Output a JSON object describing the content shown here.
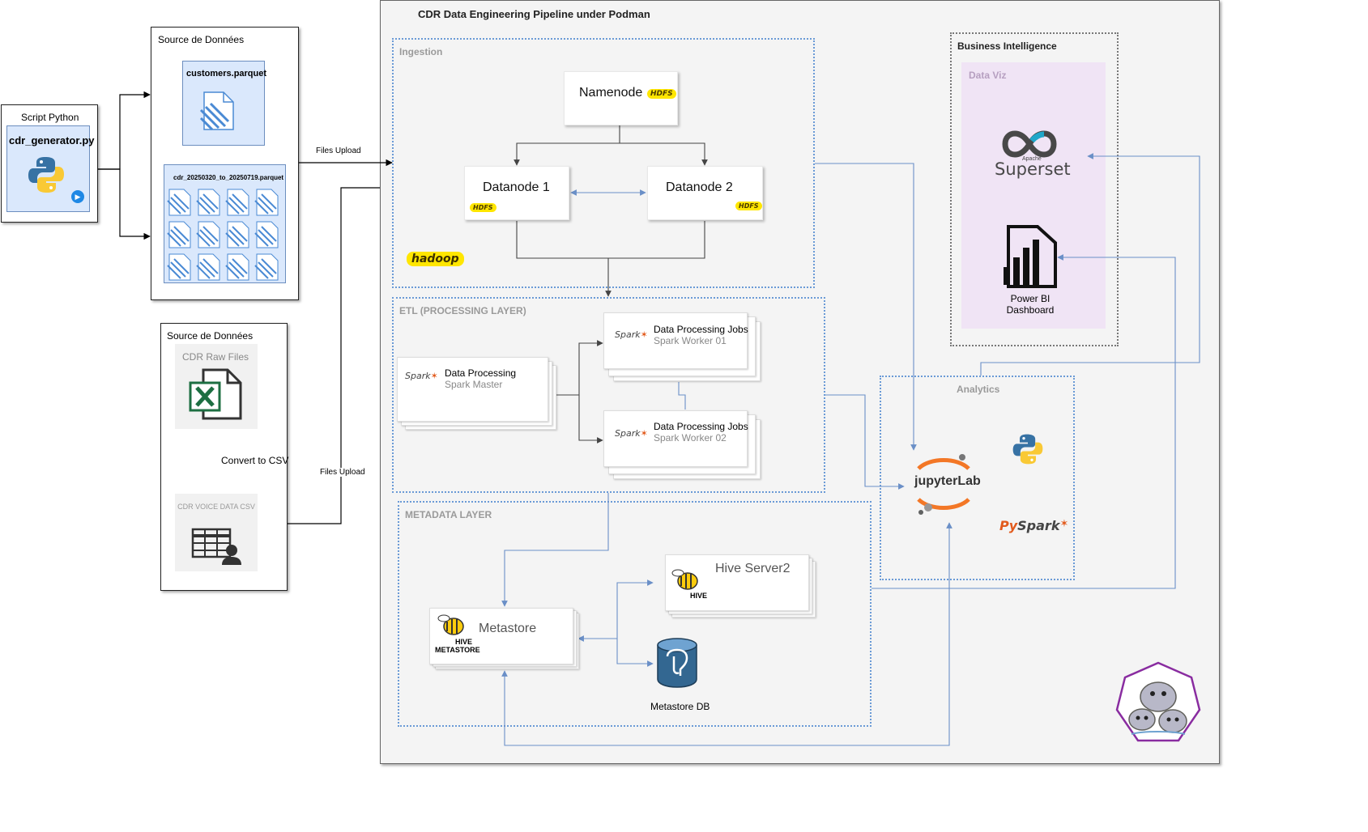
{
  "main_title": "CDR Data Engineering Pipeline under Podman",
  "script_python": {
    "title": "Script Python",
    "file": "cdr_generator.py"
  },
  "source1": {
    "title": "Source de Données",
    "customers": "customers.parquet",
    "cdr_parquet": "cdr_20250320_to_20250719.parquet"
  },
  "source2": {
    "title": "Source de Données",
    "raw_files": "CDR Raw Files",
    "convert": "Convert to CSV",
    "voice_csv": "CDR VOICE DATA CSV"
  },
  "edges": {
    "files_upload_1": "Files Upload",
    "files_upload_2": "Files Upload"
  },
  "ingestion": {
    "title": "Ingestion",
    "namenode": "Namenode",
    "datanode1": "Datanode 1",
    "datanode2": "Datanode 2",
    "hdfs_badge": "HDFS",
    "hadoop_logo": "hadoop"
  },
  "etl": {
    "title": "ETL (PROCESSING LAYER)",
    "master_title": "Data Processing",
    "master_sub": "Spark Master",
    "job1_title": "Data Processing Jobs",
    "job1_sub": "Spark Worker 01",
    "job2_title": "Data Processing Jobs",
    "job2_sub": "Spark Worker 02",
    "spark_logo": "Spark"
  },
  "metadata": {
    "title": "METADATA LAYER",
    "metastore": "Metastore",
    "hive_server": "Hive Server2",
    "metastore_db": "Metastore DB",
    "hive_badge": "HIVE",
    "metastore_badge": "METASTORE"
  },
  "bi": {
    "title": "Business Intelligence",
    "dataviz": "Data Viz",
    "superset_small": "Apache",
    "superset": "Superset",
    "powerbi": "Power BI Dashboard"
  },
  "analytics": {
    "title": "Analytics",
    "jupyter": "jupyterLab",
    "pyspark_py": "Py",
    "pyspark_spark": "Spark"
  },
  "colors": {
    "blue_line": "#6a8fc7",
    "blue_fill": "#dae8fc",
    "gray_fill": "#f4f4f4",
    "purple_fill": "#f0e4f5",
    "excel_green": "#1d6f42",
    "podman_purple": "#892ca0"
  }
}
